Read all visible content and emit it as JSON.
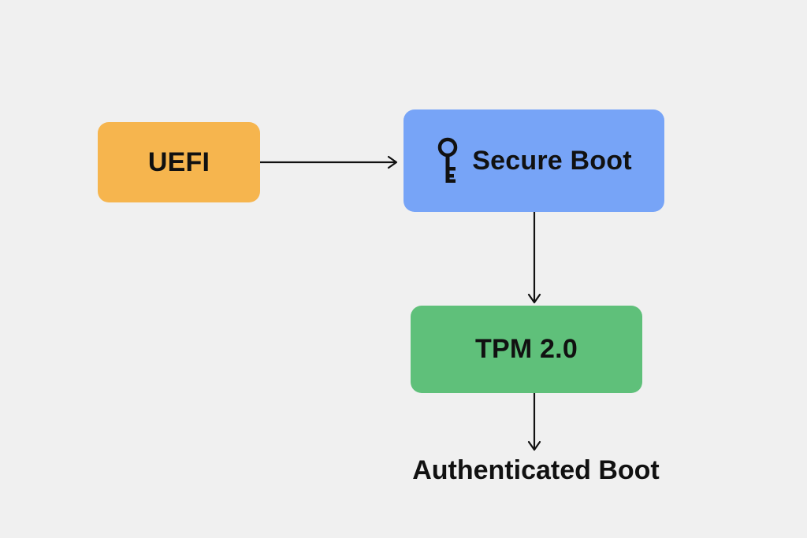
{
  "nodes": {
    "uefi": {
      "label": "UEFI",
      "color": "#f6b54e"
    },
    "secure_boot": {
      "label": "Secure Boot",
      "icon": "key-icon",
      "color": "#77a4f7"
    },
    "tpm": {
      "label": "TPM 2.0",
      "color": "#5fc07a"
    }
  },
  "final": {
    "label": "Authenticated Boot"
  },
  "edges": [
    {
      "from": "UEFI",
      "to": "Secure Boot"
    },
    {
      "from": "Secure Boot",
      "to": "TPM 2.0"
    },
    {
      "from": "TPM 2.0",
      "to": "Authenticated Boot"
    }
  ]
}
